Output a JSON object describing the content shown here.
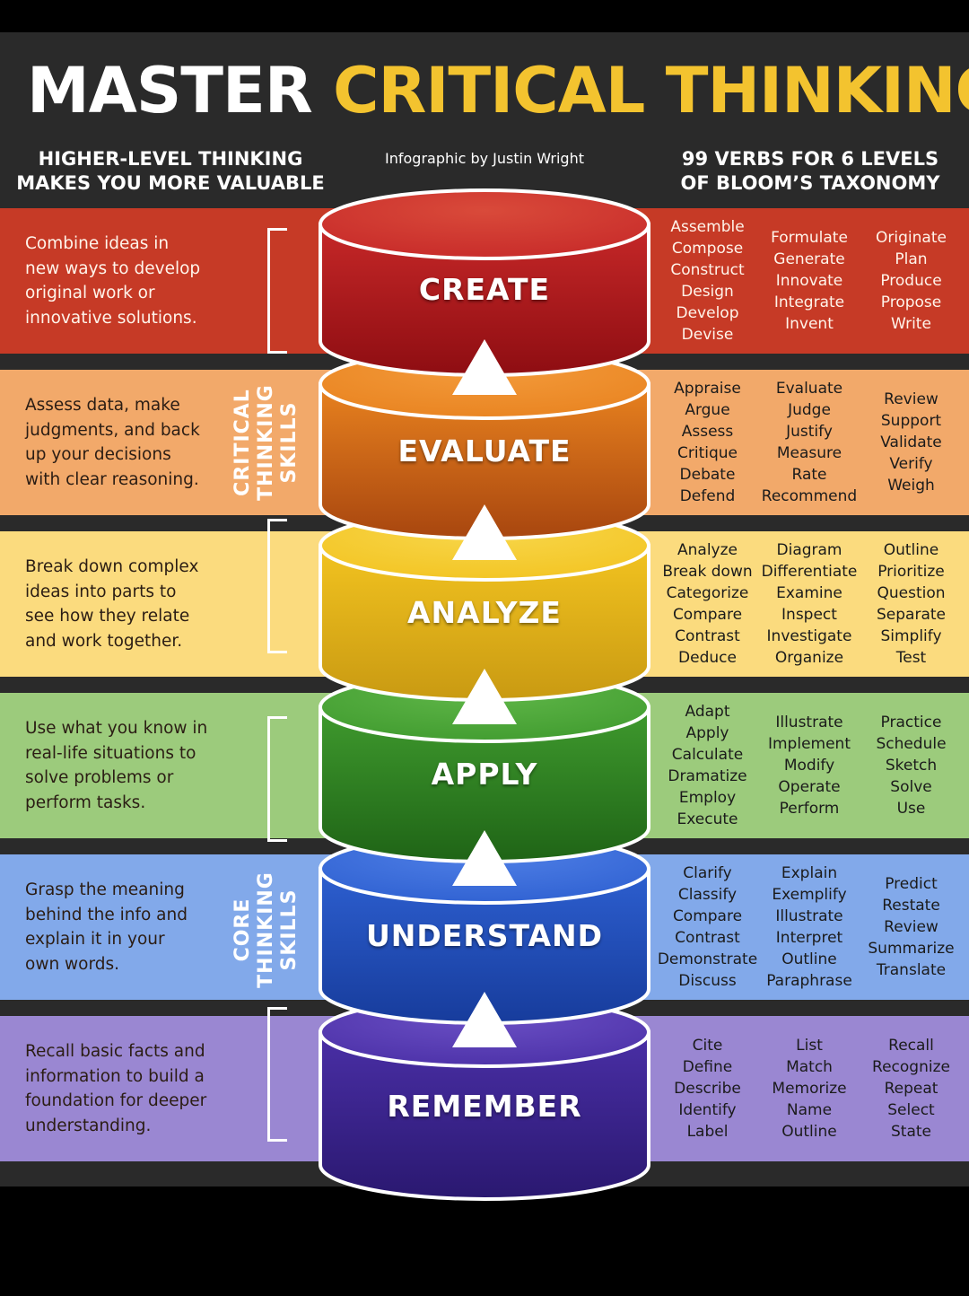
{
  "title": {
    "part1": "MASTER",
    "part2": "CRITICAL THINKING"
  },
  "header": {
    "left_line1": "HIGHER-LEVEL THINKING",
    "left_line2": "MAKES YOU MORE VALUABLE",
    "credit": "Infographic by Justin Wright",
    "right_line1": "99 VERBS FOR 6 LEVELS",
    "right_line2": "OF BLOOM’S TAXONOMY"
  },
  "groups": {
    "critical": [
      "CRITICAL",
      "THINKING",
      "SKILLS"
    ],
    "core": [
      "CORE",
      "THINKING",
      "SKILLS"
    ]
  },
  "levels": [
    {
      "name": "CREATE",
      "band_color": "#c63a26",
      "desc": [
        "Combine ideas in",
        "new ways to develop",
        "original work or",
        "innovative solutions."
      ],
      "verbs": [
        [
          "Assemble",
          "Compose",
          "Construct",
          "Design",
          "Develop",
          "Devise"
        ],
        [
          "Formulate",
          "Generate",
          "Innovate",
          "Integrate",
          "Invent"
        ],
        [
          "Originate",
          "Plan",
          "Produce",
          "Propose",
          "Write"
        ]
      ]
    },
    {
      "name": "EVALUATE",
      "band_color": "#f2a96a",
      "desc": [
        "Assess data, make",
        "judgments, and back",
        "up your decisions",
        "with clear reasoning."
      ],
      "verbs": [
        [
          "Appraise",
          "Argue",
          "Assess",
          "Critique",
          "Debate",
          "Defend"
        ],
        [
          "Evaluate",
          "Judge",
          "Justify",
          "Measure",
          "Rate",
          "Recommend"
        ],
        [
          "Review",
          "Support",
          "Validate",
          "Verify",
          "Weigh"
        ]
      ]
    },
    {
      "name": "ANALYZE",
      "band_color": "#fbdb7e",
      "desc": [
        "Break down complex",
        "ideas into parts to",
        "see how they relate",
        "and work together."
      ],
      "verbs": [
        [
          "Analyze",
          "Break down",
          "Categorize",
          "Compare",
          "Contrast",
          "Deduce"
        ],
        [
          "Diagram",
          "Differentiate",
          "Examine",
          "Inspect",
          "Investigate",
          "Organize"
        ],
        [
          "Outline",
          "Prioritize",
          "Question",
          "Separate",
          "Simplify",
          "Test"
        ]
      ]
    },
    {
      "name": "APPLY",
      "band_color": "#9ccb7c",
      "desc": [
        "Use what you know in",
        "real-life situations to",
        "solve problems or",
        "perform tasks."
      ],
      "verbs": [
        [
          "Adapt",
          "Apply",
          "Calculate",
          "Dramatize",
          "Employ",
          "Execute"
        ],
        [
          "Illustrate",
          "Implement",
          "Modify",
          "Operate",
          "Perform"
        ],
        [
          "Practice",
          "Schedule",
          "Sketch",
          "Solve",
          "Use"
        ]
      ]
    },
    {
      "name": "UNDERSTAND",
      "band_color": "#82a9ea",
      "desc": [
        "Grasp the meaning",
        "behind the info and",
        "explain it in your",
        "own words."
      ],
      "verbs": [
        [
          "Clarify",
          "Classify",
          "Compare",
          "Contrast",
          "Demonstrate",
          "Discuss"
        ],
        [
          "Explain",
          "Exemplify",
          "Illustrate",
          "Interpret",
          "Outline",
          "Paraphrase"
        ],
        [
          "Predict",
          "Restate",
          "Review",
          "Summarize",
          "Translate"
        ]
      ]
    },
    {
      "name": "REMEMBER",
      "band_color": "#9a87d2",
      "desc": [
        "Recall basic facts and",
        "information to build a",
        "foundation for deeper",
        "understanding."
      ],
      "verbs": [
        [
          "Cite",
          "Define",
          "Describe",
          "Identify",
          "Label"
        ],
        [
          "List",
          "Match",
          "Memorize",
          "Name",
          "Outline"
        ],
        [
          "Recall",
          "Recognize",
          "Repeat",
          "Select",
          "State"
        ]
      ]
    }
  ],
  "colors": {
    "title_accent": "#f3c32f",
    "cylinders": [
      [
        "#c62828",
        "#8e0d12",
        "#d94a3a"
      ],
      [
        "#e8821f",
        "#a8460f",
        "#f39a3a"
      ],
      [
        "#f2c320",
        "#c99a12",
        "#f8d64a"
      ],
      [
        "#3f9a2e",
        "#1f6416",
        "#5fb648"
      ],
      [
        "#2d5fd0",
        "#173c9c",
        "#4f7fe6"
      ],
      [
        "#4a2fa6",
        "#2a1870",
        "#6a4fc4"
      ]
    ]
  }
}
